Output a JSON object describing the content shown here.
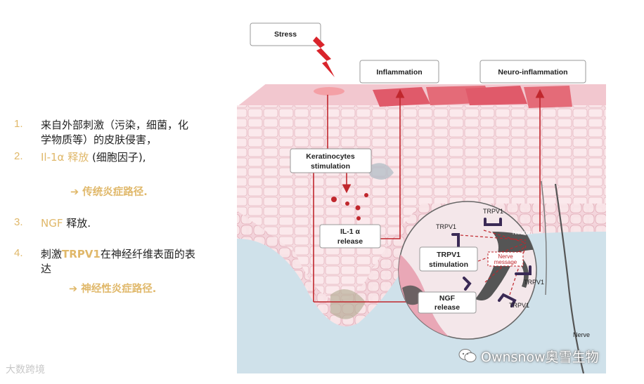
{
  "list": {
    "items": [
      {
        "num": "1.",
        "text_line1": "来自外部刺激（污染，细菌，化",
        "text_line2": "学物质等）的皮肤侵害，"
      },
      {
        "num": "2.",
        "hl": "Il-1α 释放",
        "rest": " (细胞因子),"
      },
      {
        "num": "3.",
        "hl": "NGF",
        "rest": " 释放."
      },
      {
        "num": "4.",
        "pre": "刺激",
        "hl": "TRPV1",
        "rest": "在神经纤维表面的表",
        "line2": "达"
      }
    ],
    "arrow1": "➔ 传统炎症路径.",
    "arrow2": "➔ 神经性炎症路径."
  },
  "diagram": {
    "stress": "Stress",
    "inflammation": "Inflammation",
    "neuro_inflammation": "Neuro-inflammation",
    "keratinocytes_line1": "Keratinocytes",
    "keratinocytes_line2": "stimulation",
    "il1_line1": "IL-1 α",
    "il1_line2": "release",
    "ngf_line1": "NGF",
    "ngf_line2": "release",
    "trpv1_stim_line1": "TRPV1",
    "trpv1_stim_line2": "stimulation",
    "nerve_msg_line1": "Nerve",
    "nerve_msg_line2": "message",
    "neuron": "Neuron",
    "nerve": "Nerve",
    "trpv1_a": "TRPV1",
    "trpv1_b": "TRPV1",
    "trpv1_c": "TRPV1",
    "trpv1_d": "TRPV1"
  },
  "watermarks": {
    "left": "大数跨境",
    "right": "Ownsnow奥雪生物"
  },
  "colors": {
    "accent": "#e0b86a",
    "arrow_red": "#c0272d"
  }
}
